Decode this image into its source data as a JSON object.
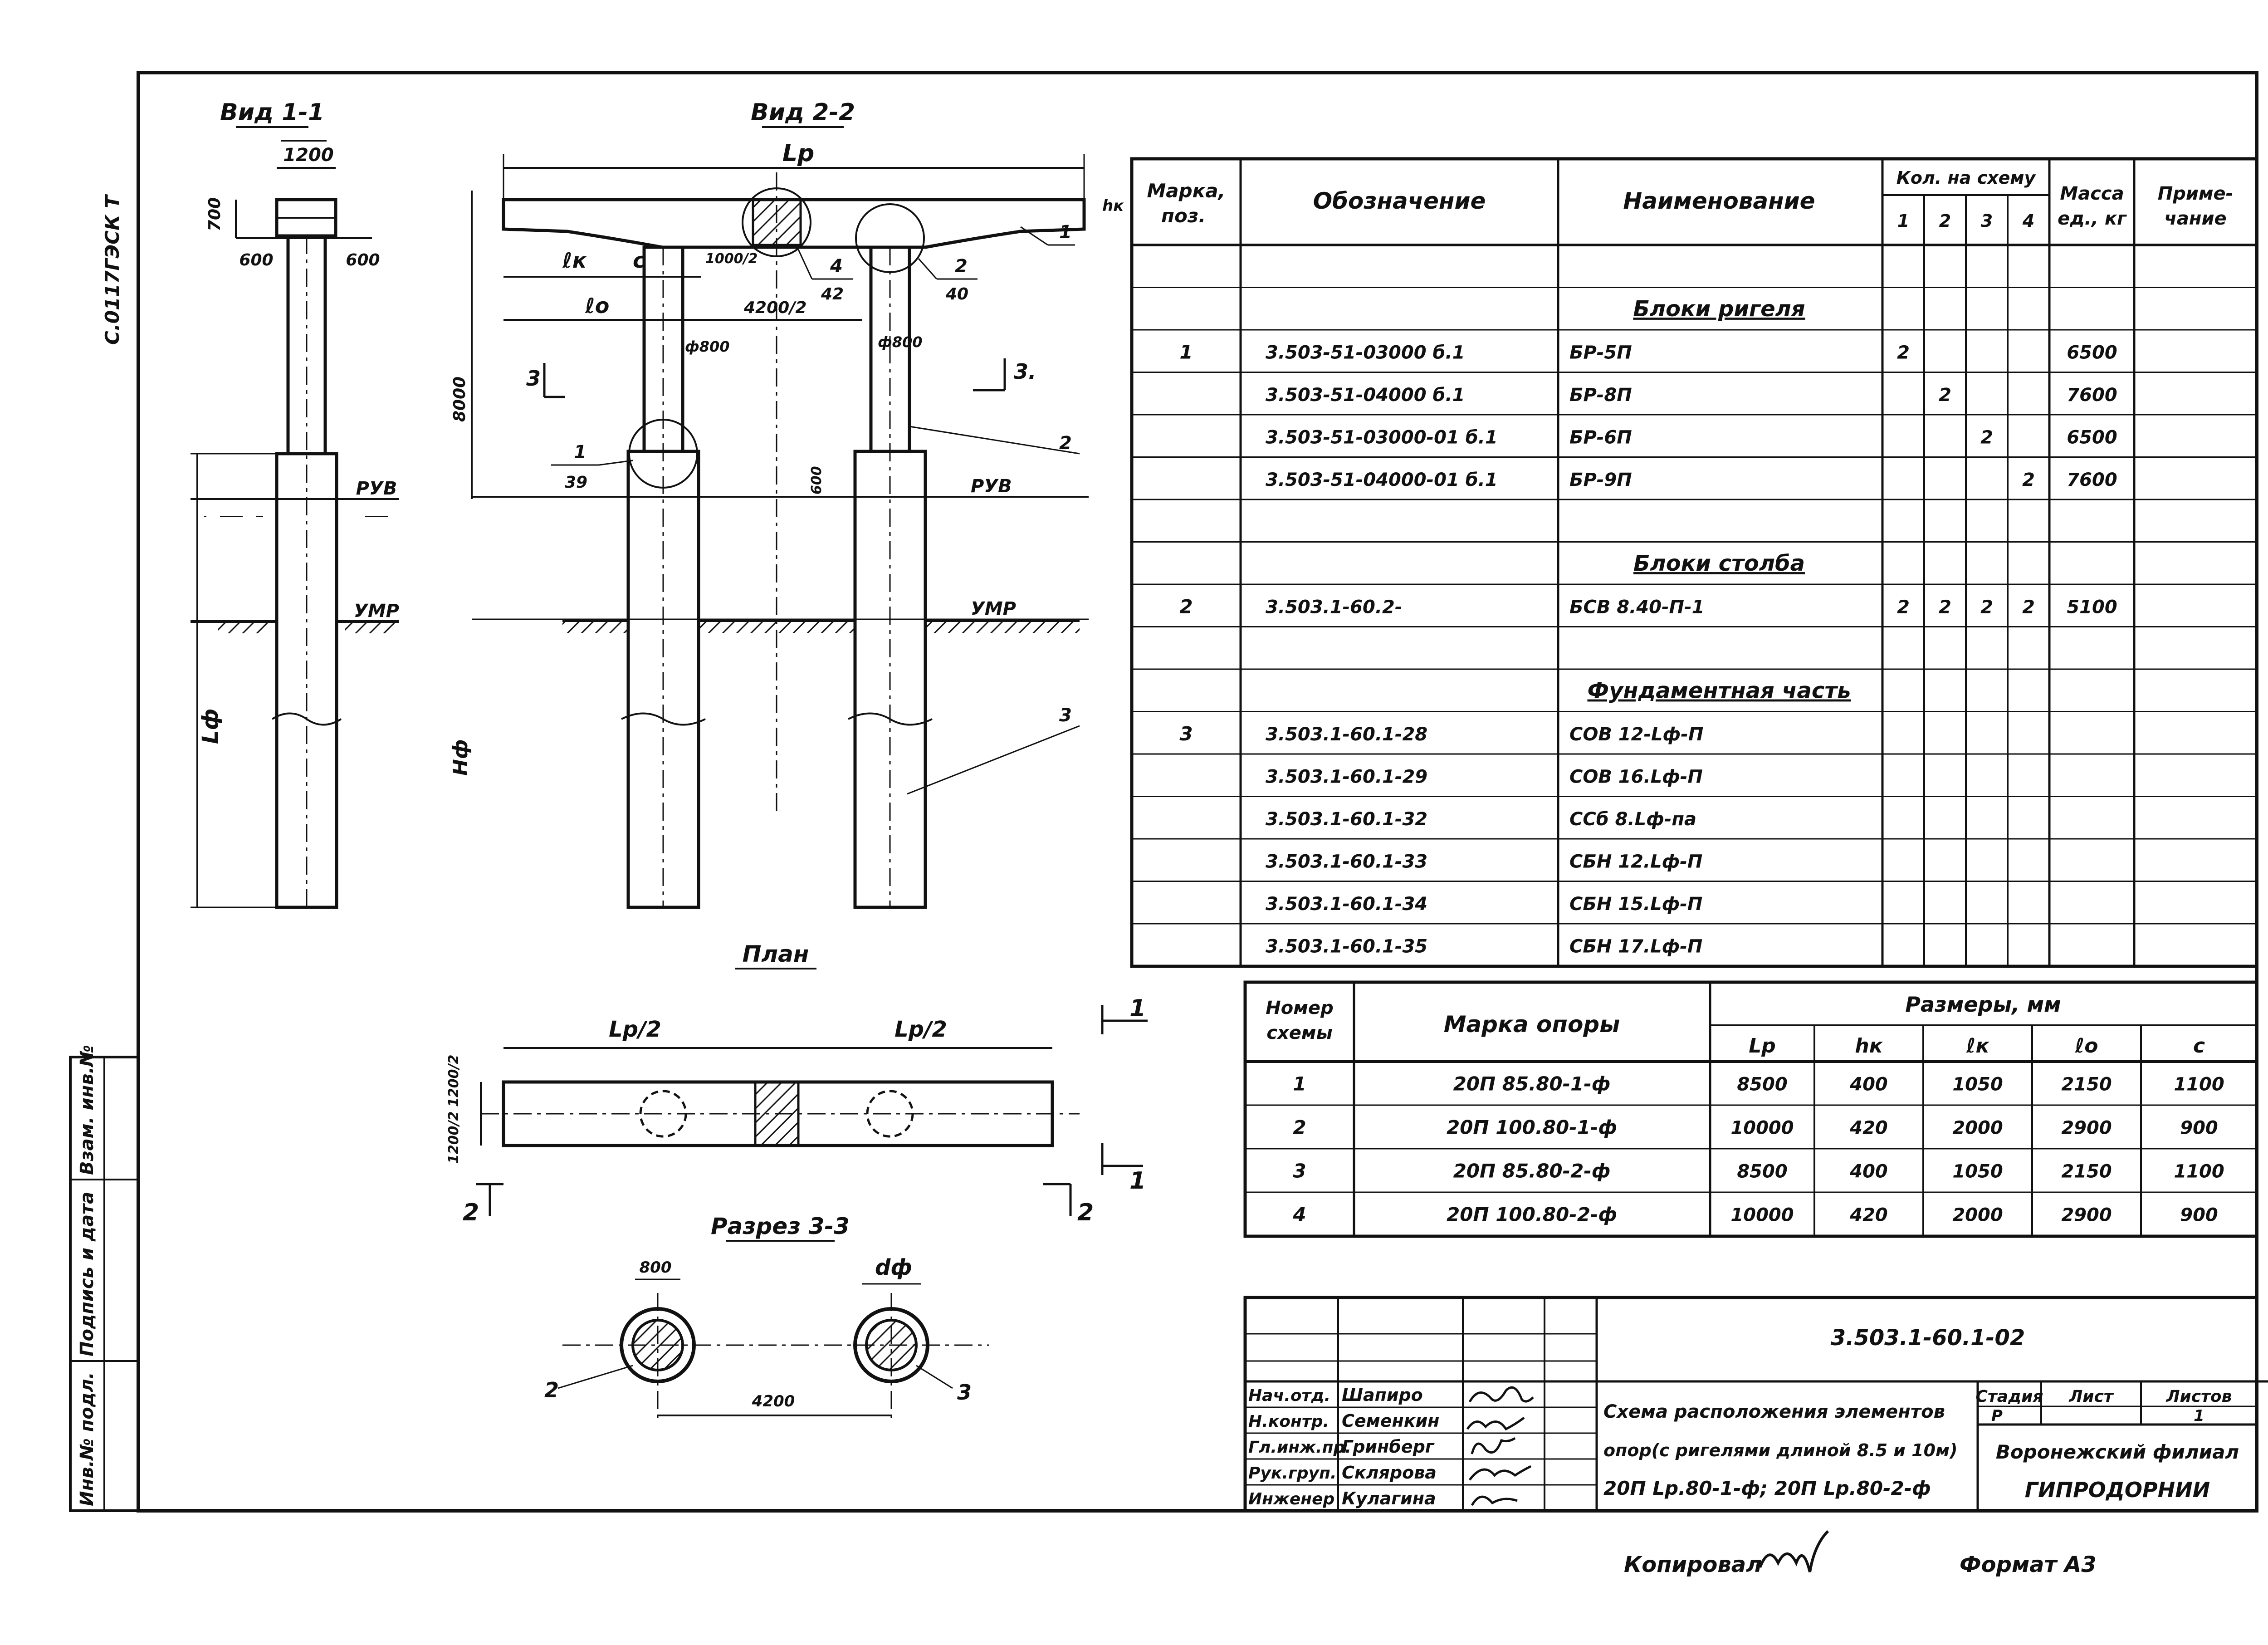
{
  "views": {
    "view11": "Вид 1-1",
    "view22": "Вид 2-2",
    "plan": "План",
    "section33": "Разрез 3-3"
  },
  "left_margin_text": "С.0117ГЭСК Т",
  "v11_dims": {
    "top": "1200",
    "left": "600",
    "right": "600",
    "height": "700"
  },
  "v11_lf": "Lф",
  "v22": {
    "Lp": "Lр",
    "lk": "ℓк",
    "c": "c",
    "l0": "ℓо",
    "half": "4200/2",
    "d1000": "1000/2",
    "hk": "hк",
    "d1": "ф800",
    "d2": "ф800",
    "h8000": "8000",
    "h600": "600",
    "hf": "Нф",
    "ruv": "РУВ",
    "ruv2": "РУВ",
    "umr": "УМР",
    "umr2": "УМР",
    "mark3a": "3",
    "mark3b": "3."
  },
  "v22_callouts": [
    {
      "n": "1",
      "d": "39"
    },
    {
      "n": "4",
      "d": "42"
    },
    {
      "n": "2",
      "d": "40"
    }
  ],
  "v22_leaders": [
    "1",
    "2",
    "3"
  ],
  "plan": {
    "half1": "Lр/2",
    "half2": "Lр/2",
    "w1": "1200/2",
    "w2": "1200/2",
    "m1": "1",
    "m1b": "1",
    "m2": "2",
    "m2b": "2"
  },
  "section": {
    "d800": "800",
    "df": "dф",
    "span": "4200",
    "m2": "2",
    "m3": "3"
  },
  "main_table": {
    "headers": {
      "mark": "Марка, поз.",
      "designation": "Обозначение",
      "name": "Наименование",
      "count_header": "Кол. на схему",
      "counts": [
        "1",
        "2",
        "3",
        "4"
      ],
      "mass": "Масса ед., кг",
      "note": "Приме- чание"
    },
    "rows": [
      {
        "mark": "",
        "des": "",
        "name": "",
        "c1": "",
        "c2": "",
        "c3": "",
        "c4": "",
        "mass": "",
        "section": false
      },
      {
        "mark": "",
        "des": "",
        "name": "Блоки ригеля",
        "c1": "",
        "c2": "",
        "c3": "",
        "c4": "",
        "mass": "",
        "section": true
      },
      {
        "mark": "1",
        "des": "3.503-51-03000  б.1",
        "name": "БР-5П",
        "c1": "2",
        "c2": "",
        "c3": "",
        "c4": "",
        "mass": "6500",
        "section": false
      },
      {
        "mark": "",
        "des": "3.503-51-04000  б.1",
        "name": "БР-8П",
        "c1": "",
        "c2": "2",
        "c3": "",
        "c4": "",
        "mass": "7600",
        "section": false
      },
      {
        "mark": "",
        "des": "3.503-51-03000-01  б.1",
        "name": "БР-6П",
        "c1": "",
        "c2": "",
        "c3": "2",
        "c4": "",
        "mass": "6500",
        "section": false
      },
      {
        "mark": "",
        "des": "3.503-51-04000-01  б.1",
        "name": "БР-9П",
        "c1": "",
        "c2": "",
        "c3": "",
        "c4": "2",
        "mass": "7600",
        "section": false
      },
      {
        "mark": "",
        "des": "",
        "name": "",
        "c1": "",
        "c2": "",
        "c3": "",
        "c4": "",
        "mass": "",
        "section": false
      },
      {
        "mark": "",
        "des": "",
        "name": "Блоки столба",
        "c1": "",
        "c2": "",
        "c3": "",
        "c4": "",
        "mass": "",
        "section": true
      },
      {
        "mark": "2",
        "des": "3.503.1-60.2-",
        "name": "БСВ 8.40-П-1",
        "c1": "2",
        "c2": "2",
        "c3": "2",
        "c4": "2",
        "mass": "5100",
        "section": false
      },
      {
        "mark": "",
        "des": "",
        "name": "",
        "c1": "",
        "c2": "",
        "c3": "",
        "c4": "",
        "mass": "",
        "section": false
      },
      {
        "mark": "",
        "des": "",
        "name": "Фундаментная часть",
        "c1": "",
        "c2": "",
        "c3": "",
        "c4": "",
        "mass": "",
        "section": true
      },
      {
        "mark": "3",
        "des": "3.503.1-60.1-28",
        "name": "СОВ 12-Lф-П",
        "c1": "",
        "c2": "",
        "c3": "",
        "c4": "",
        "mass": "",
        "section": false
      },
      {
        "mark": "",
        "des": "3.503.1-60.1-29",
        "name": "СОВ 16.Lф-П",
        "c1": "",
        "c2": "",
        "c3": "",
        "c4": "",
        "mass": "",
        "section": false
      },
      {
        "mark": "",
        "des": "3.503.1-60.1-32",
        "name": "ССб 8.Lф-па",
        "c1": "",
        "c2": "",
        "c3": "",
        "c4": "",
        "mass": "",
        "section": false
      },
      {
        "mark": "",
        "des": "3.503.1-60.1-33",
        "name": "СБН 12.Lф-П",
        "c1": "",
        "c2": "",
        "c3": "",
        "c4": "",
        "mass": "",
        "section": false
      },
      {
        "mark": "",
        "des": "3.503.1-60.1-34",
        "name": "СБН 15.Lф-П",
        "c1": "",
        "c2": "",
        "c3": "",
        "c4": "",
        "mass": "",
        "section": false
      },
      {
        "mark": "",
        "des": "3.503.1-60.1-35",
        "name": "СБН 17.Lф-П",
        "c1": "",
        "c2": "",
        "c3": "",
        "c4": "",
        "mass": "",
        "section": false
      }
    ]
  },
  "dims_table": {
    "headers": {
      "scheme": "Номер схемы",
      "mark": "Марка опоры",
      "sizes": "Размеры, мм",
      "cols": [
        "Lр",
        "hк",
        "ℓк",
        "ℓо",
        "c"
      ]
    },
    "rows": [
      {
        "n": "1",
        "mark": "20П 85.80-1-ф",
        "v": [
          "8500",
          "400",
          "1050",
          "2150",
          "1100"
        ]
      },
      {
        "n": "2",
        "mark": "20П 100.80-1-ф",
        "v": [
          "10000",
          "420",
          "2000",
          "2900",
          "900"
        ]
      },
      {
        "n": "3",
        "mark": "20П 85.80-2-ф",
        "v": [
          "8500",
          "400",
          "1050",
          "2150",
          "1100"
        ]
      },
      {
        "n": "4",
        "mark": "20П 100.80-2-ф",
        "v": [
          "10000",
          "420",
          "2000",
          "2900",
          "900"
        ]
      }
    ]
  },
  "title_block": {
    "code": "3.503.1-60.1-02",
    "title": [
      "Схема расположения элементов",
      "опор(с ригелями длиной 8.5 и 10м)",
      "20П Lр.80-1-ф; 20П Lр.80-2-ф"
    ],
    "stage_label": "Стадия",
    "sheet_label": "Лист",
    "sheets_label": "Листов",
    "stage": "Р",
    "sheet": "",
    "sheets": "1",
    "org": [
      "Воронежский филиал",
      "ГИПРОДОРНИИ"
    ],
    "staff": [
      {
        "role": "Нач.отд.",
        "name": "Шапиро"
      },
      {
        "role": "Н.контр.",
        "name": "Семенкин"
      },
      {
        "role": "Гл.инж.пр.",
        "name": "Гринберг"
      },
      {
        "role": "Рук.груп.",
        "name": "Склярова"
      },
      {
        "role": "Инженер",
        "name": "Кулагина"
      }
    ]
  },
  "side_stamp": [
    "Инв.№ подл.",
    "Подпись и дата",
    "Взам. инв.№"
  ],
  "footer": {
    "copied": "Копировал",
    "format": "Формат А3"
  }
}
